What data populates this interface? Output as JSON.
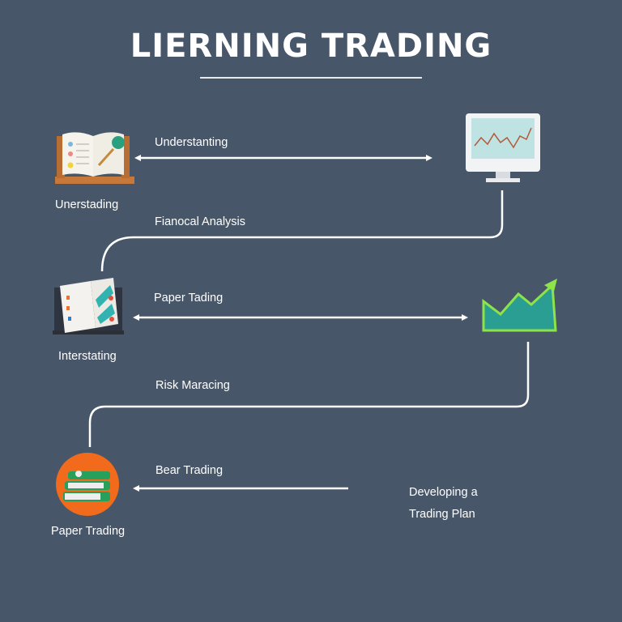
{
  "title": "LIERNING TRADING",
  "steps": {
    "row1_arrow_label": "Understanting",
    "row1_node_label": "Unerstading",
    "connector1_label": "Fianocal Analysis",
    "row2_arrow_label": "Paper Tading",
    "row2_node_label": "Interstating",
    "connector2_label": "Risk Maracing",
    "row3_arrow_label": "Bear Trading",
    "row3_node_label": "Paper Trading",
    "row3_right_line1": "Developing a",
    "row3_right_line2": "Trading Plan"
  },
  "colors": {
    "background": "#475669",
    "accent_green": "#8fe34a",
    "teal": "#2aa59a",
    "orange": "#f26a1b"
  }
}
